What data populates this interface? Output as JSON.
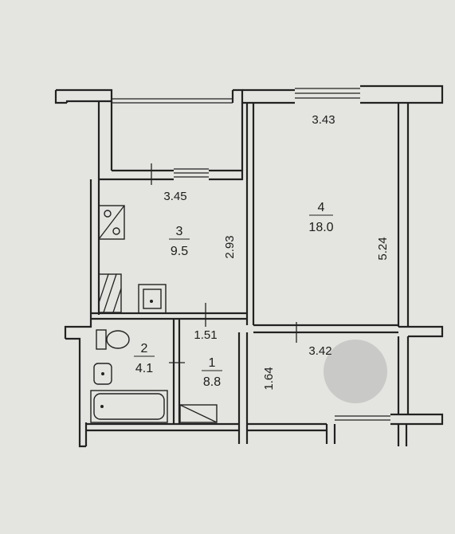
{
  "rooms": [
    {
      "id": "hall",
      "number": "1",
      "area": "8.8"
    },
    {
      "id": "bath",
      "number": "2",
      "area": "4.1"
    },
    {
      "id": "kitchen",
      "number": "3",
      "area": "9.5"
    },
    {
      "id": "living",
      "number": "4",
      "area": "18.0"
    }
  ],
  "dimensions": {
    "living_top": "3.43",
    "kitchen_top": "3.45",
    "kitchen_side": "2.93",
    "living_side": "5.24",
    "hall_top": "1.51",
    "living_bottom": "3.42",
    "hall_side": "1.64"
  },
  "colors": {
    "background": "#e4e4e0",
    "wall": "#222222",
    "redaction": "#c9c9c7"
  }
}
